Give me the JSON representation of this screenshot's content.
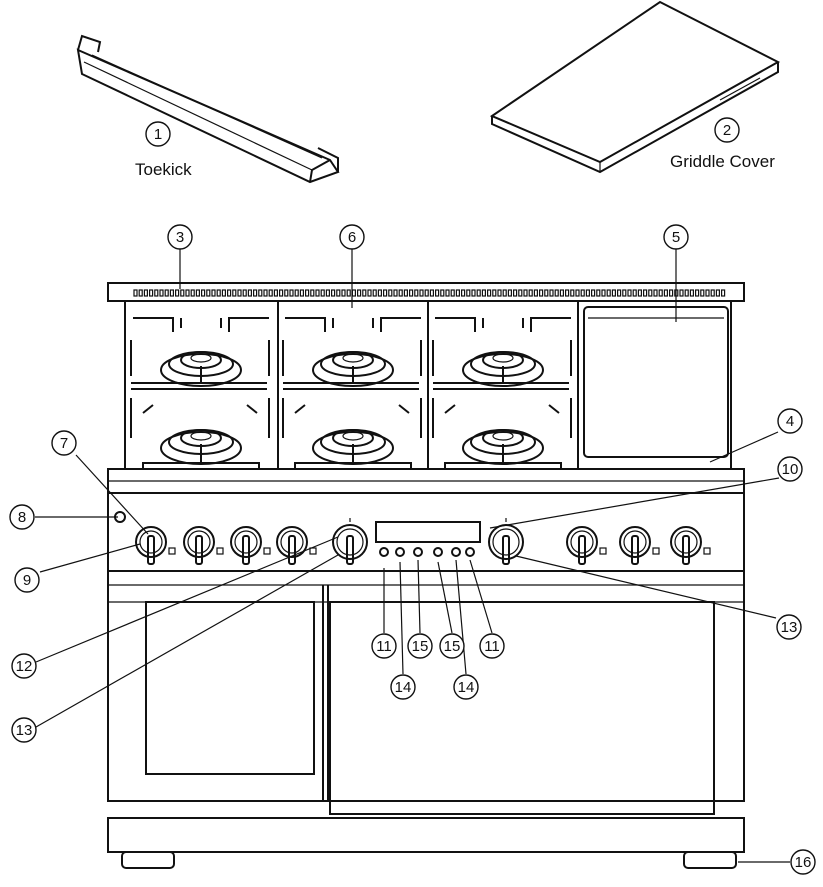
{
  "labels": {
    "toekick": "Toekick",
    "griddle_cover": "Griddle Cover"
  },
  "callouts": [
    {
      "id": "c1",
      "n": "1"
    },
    {
      "id": "c2",
      "n": "2"
    },
    {
      "id": "c3",
      "n": "3"
    },
    {
      "id": "c4",
      "n": "4"
    },
    {
      "id": "c5",
      "n": "5"
    },
    {
      "id": "c6",
      "n": "6"
    },
    {
      "id": "c7",
      "n": "7"
    },
    {
      "id": "c8",
      "n": "8"
    },
    {
      "id": "c9",
      "n": "9"
    },
    {
      "id": "c10",
      "n": "10"
    },
    {
      "id": "c11a",
      "n": "11"
    },
    {
      "id": "c11b",
      "n": "11"
    },
    {
      "id": "c12",
      "n": "12"
    },
    {
      "id": "c13a",
      "n": "13"
    },
    {
      "id": "c13b",
      "n": "13"
    },
    {
      "id": "c14a",
      "n": "14"
    },
    {
      "id": "c14b",
      "n": "14"
    },
    {
      "id": "c15a",
      "n": "15"
    },
    {
      "id": "c15b",
      "n": "15"
    },
    {
      "id": "c16",
      "n": "16"
    }
  ]
}
